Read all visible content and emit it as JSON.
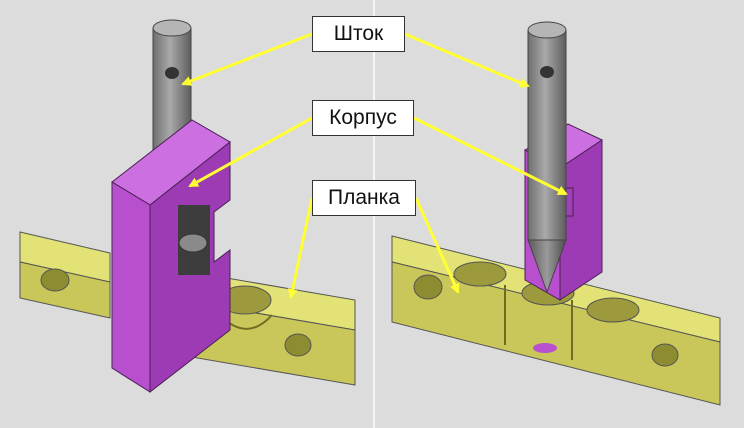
{
  "labels": {
    "rod": "Шток",
    "body": "Корпус",
    "bar": "Планка"
  },
  "colors": {
    "background": "#dcdcdc",
    "housing": "#b74fcf",
    "rod": "#8a8a8a",
    "bar": "#c9c75a",
    "arrow": "#ffff33"
  }
}
